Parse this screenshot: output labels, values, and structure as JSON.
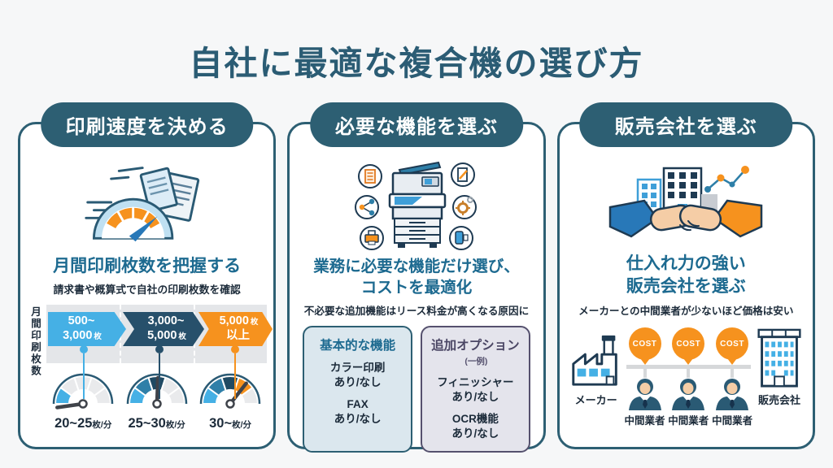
{
  "title": "自社に最適な複合機の選び方",
  "colors": {
    "accent_teal": "#2d5f73",
    "heading_teal": "#1d6a90",
    "light_blue": "#45b0e5",
    "mid_blue": "#2f7fa8",
    "dark_navy": "#27506b",
    "orange": "#f6921e",
    "option_indigo": "#55516e"
  },
  "cards": [
    {
      "header": "印刷速度を決める",
      "heading": "月間印刷枚数を把握する",
      "subtext": "請求書や概算式で自社の印刷枚数を確認",
      "axis_label": "月間印刷枚数",
      "ranges": [
        {
          "line1": "500~",
          "line2": "3,000",
          "line2_unit": "枚",
          "speed": "20~25",
          "speed_unit": "枚/分"
        },
        {
          "line1": "3,000~",
          "line2": "5,000",
          "line2_unit": "枚",
          "speed": "25~30",
          "speed_unit": "枚/分"
        },
        {
          "line1": "5,000",
          "line1_unit": "枚",
          "line2": "以上",
          "speed": "30~",
          "speed_unit": "枚/分"
        }
      ]
    },
    {
      "header": "必要な機能を選ぶ",
      "heading_line1": "業務に必要な機能だけ選び、",
      "heading_line2": "コストを最適化",
      "subtext": "不必要な追加機能はリース料金が高くなる原因に",
      "basic_box": {
        "title": "基本的な機能",
        "items": [
          {
            "name": "カラー印刷",
            "value": "あり/なし"
          },
          {
            "name": "FAX",
            "value": "あり/なし"
          }
        ]
      },
      "option_box": {
        "title": "追加オプション",
        "note": "(一例)",
        "items": [
          {
            "name": "フィニッシャー",
            "value": "あり/なし"
          },
          {
            "name": "OCR機能",
            "value": "あり/なし"
          }
        ]
      }
    },
    {
      "header": "販売会社を選ぶ",
      "heading_line1": "仕入れ力の強い",
      "heading_line2": "販売会社を選ぶ",
      "subtext": "メーカーとの中間業者が少ないほど価格は安い",
      "maker_label": "メーカー",
      "seller_label": "販売会社",
      "cost_label": "COST",
      "middlemen": [
        "中間業者",
        "中間業者",
        "中間業者"
      ]
    }
  ]
}
